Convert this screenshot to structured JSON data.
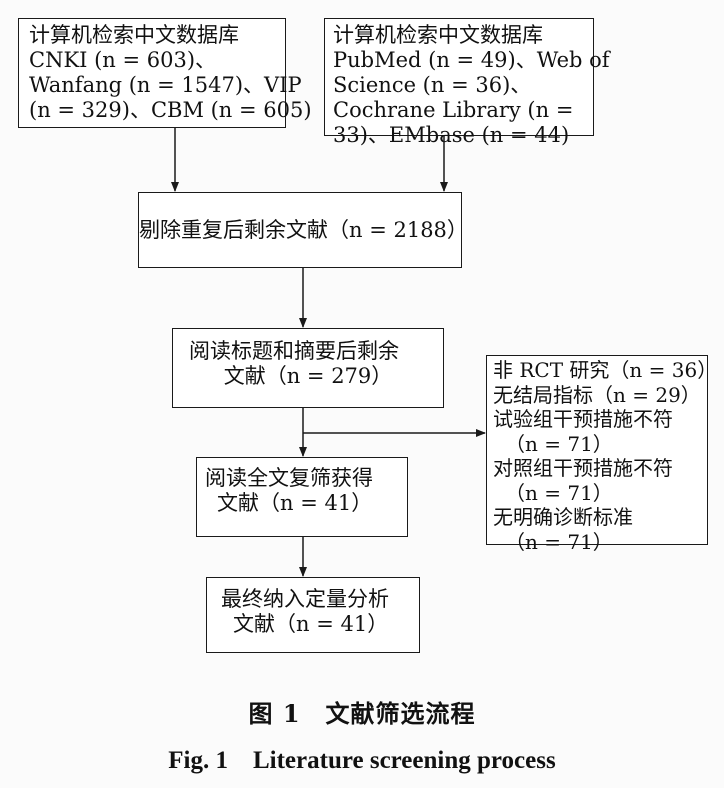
{
  "flowchart": {
    "db_cn": {
      "lines": [
        "计算机检索中文数据库",
        "CNKI (n = 603)、",
        "Wanfang (n = 1547)、VIP",
        "(n = 329)、CBM (n = 605)"
      ]
    },
    "db_en": {
      "lines": [
        "计算机检索中文数据库",
        "PubMed (n = 49)、Web of",
        "Science (n = 36)、",
        "Cochrane Library (n =",
        "33)、EMbase (n = 44)"
      ]
    },
    "dedup": {
      "text": "剔除重复后剩余文献（n = 2188）"
    },
    "title_abstract": {
      "lines": [
        "阅读标题和摘要后剩余",
        "文献（n = 279）"
      ]
    },
    "full_text": {
      "lines": [
        "阅读全文复筛获得",
        "文献（n = 41）"
      ]
    },
    "final": {
      "lines": [
        "最终纳入定量分析",
        "文献（n = 41）"
      ]
    },
    "excluded": {
      "lines": [
        "非 RCT 研究（n = 36）",
        "无结局指标（n = 29）",
        "试验组干预措施不符",
        "（n = 71）",
        "对照组干预措施不符",
        "（n = 71）",
        "无明确诊断标准",
        "（n = 71）"
      ]
    }
  },
  "caption": {
    "cn": "图 1　文献筛选流程",
    "en": "Fig. 1　Literature screening process"
  },
  "colors": {
    "line": "#1a1a1a",
    "background": "#fbfbfb"
  }
}
